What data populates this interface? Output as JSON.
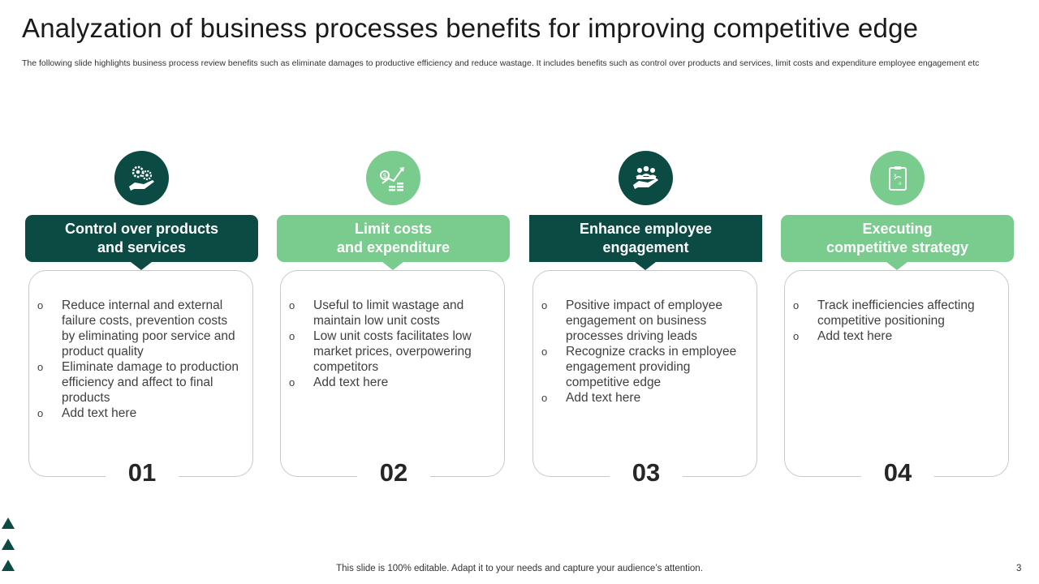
{
  "slide": {
    "title": "Analyzation  of business processes benefits for improving competitive edge",
    "subtitle": "The following slide highlights business process review benefits such as eliminate damages to productive efficiency and reduce wastage. It includes benefits such as control over products and services, limit costs and  expenditure employee engagement etc",
    "footer": "This slide is 100% editable. Adapt it to your needs and capture your audience’s attention.",
    "page_number": "3"
  },
  "colors": {
    "dark_green": "#0b4b44",
    "light_green": "#7acb8e"
  },
  "cards": [
    {
      "icon": "gears-hand-icon",
      "header": "Control over products\nand services",
      "number": "01",
      "bullet_mark": "o",
      "bullets": [
        "Reduce internal and external failure costs, prevention costs by eliminating poor service and product quality",
        "Eliminate damage to production efficiency  and affect to final products",
        "Add text here"
      ]
    },
    {
      "icon": "coins-growth-icon",
      "header": "Limit costs\nand expenditure",
      "number": "02",
      "bullet_mark": "o",
      "bullets": [
        "Useful to limit wastage and maintain low unit costs",
        "Low unit costs facilitates low market prices, overpowering competitors",
        "Add text here"
      ]
    },
    {
      "icon": "people-hand-icon",
      "header": "Enhance employee\nengagement",
      "number": "03",
      "bullet_mark": "o",
      "bullets": [
        "Positive impact of employee engagement on business processes driving leads",
        "Recognize cracks in employee engagement providing competitive edge",
        "Add text here"
      ]
    },
    {
      "icon": "strategy-board-icon",
      "header": "Executing\ncompetitive strategy",
      "number": "04",
      "bullet_mark": "o",
      "bullets": [
        "Track inefficiencies affecting competitive positioning",
        "Add text here"
      ]
    }
  ]
}
